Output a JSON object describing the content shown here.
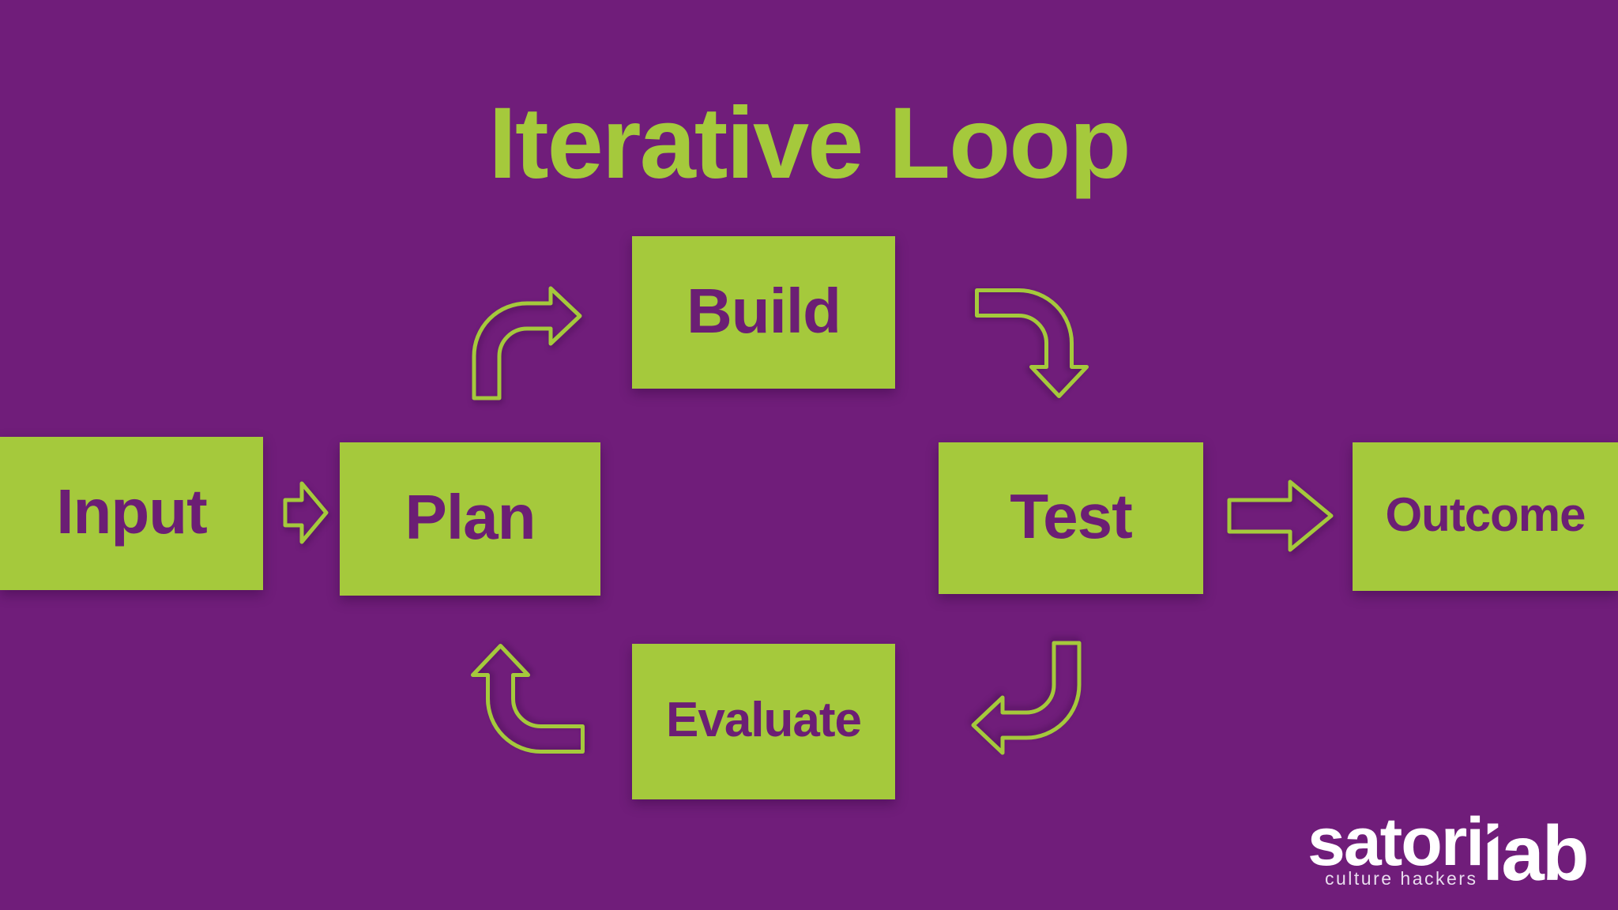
{
  "title": "Iterative Loop",
  "colors": {
    "background_purple": "#701d7a",
    "accent_green": "#a5c93c",
    "box_fill_green": "#a5c93c",
    "box_text_purple": "#6b1e74",
    "logo_white": "#ffffff"
  },
  "nodes": [
    {
      "id": "input",
      "label": "Input"
    },
    {
      "id": "plan",
      "label": "Plan"
    },
    {
      "id": "build",
      "label": "Build"
    },
    {
      "id": "test",
      "label": "Test"
    },
    {
      "id": "evaluate",
      "label": "Evaluate"
    },
    {
      "id": "outcome",
      "label": "Outcome"
    }
  ],
  "arrows": [
    {
      "name": "arrow-input-to-plan",
      "from": "Input",
      "to": "Plan",
      "style": "small straight right outline arrow"
    },
    {
      "name": "arrow-plan-to-build",
      "from": "Plan",
      "to": "Build",
      "style": "curved up-then-right outline arrow"
    },
    {
      "name": "arrow-build-to-test",
      "from": "Build",
      "to": "Test",
      "style": "curved right-then-down outline arrow"
    },
    {
      "name": "arrow-test-to-outcome",
      "from": "Test",
      "to": "Outcome",
      "style": "straight right outline arrow"
    },
    {
      "name": "arrow-test-to-evaluate",
      "from": "Test",
      "to": "Evaluate",
      "style": "curved down-then-left outline arrow"
    },
    {
      "name": "arrow-evaluate-to-plan",
      "from": "Evaluate",
      "to": "Plan",
      "style": "curved left-then-up outline arrow"
    }
  ],
  "logo": {
    "brand_word_1": "satori",
    "brand_word_2": "lab",
    "tagline": "culture hackers"
  }
}
